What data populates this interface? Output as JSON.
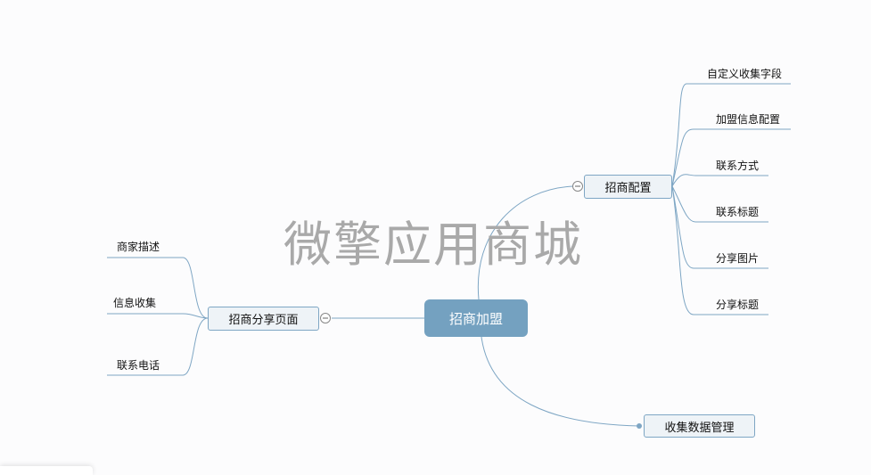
{
  "watermark": "微擎应用商城",
  "root": {
    "label": "招商加盟"
  },
  "right_branch": {
    "label": "招商配置",
    "children": [
      "自定义收集字段",
      "加盟信息配置",
      "联系方式",
      "联系标题",
      "分享图片",
      "分享标题"
    ]
  },
  "left_branch": {
    "label": "招商分享页面",
    "children": [
      "商家描述",
      "信息收集",
      "联系电话"
    ]
  },
  "bottom_branch": {
    "label": "收集数据管理"
  },
  "colors": {
    "root": "#74a1c0",
    "line": "#7ea6c4",
    "node_bg": "#eef3f7"
  }
}
